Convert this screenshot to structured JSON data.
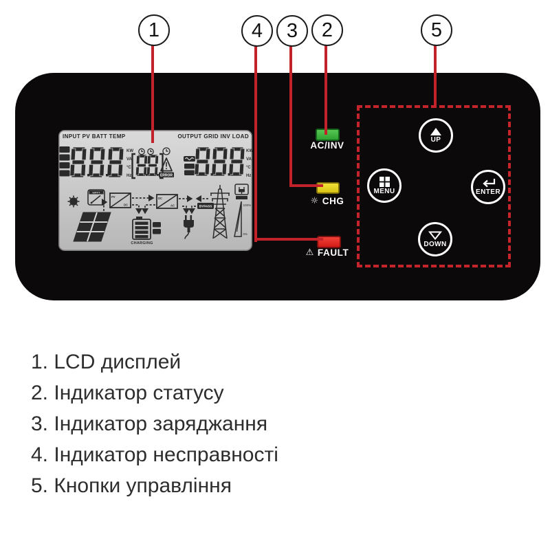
{
  "callouts": [
    "1",
    "4",
    "3",
    "2",
    "5"
  ],
  "device": {
    "lcd": {
      "header_left": "INPUT  PV BATT TEMP",
      "header_right": "OUTPUT GRID INV LOAD",
      "left_value": "8.8.8",
      "center_value": "88",
      "right_value": "8.8.8",
      "units": [
        "KW",
        "VA",
        "°C",
        "Hz"
      ],
      "error_label": "ERROR",
      "charging_label": "CHARGING",
      "bypass_label": "BYPASS",
      "mppt_label": "MPPT",
      "load_max": "100%",
      "load_min": "0%"
    },
    "indicators": [
      {
        "label": "AC/INV",
        "icon": "",
        "color": "#3cb63a"
      },
      {
        "label": "CHG",
        "icon": "☼",
        "color": "#e8d41f"
      },
      {
        "label": "FAULT",
        "icon": "⚠",
        "color": "#e43028"
      }
    ],
    "buttons": [
      {
        "label": "UP"
      },
      {
        "label": "MENU"
      },
      {
        "label": "ENTER"
      },
      {
        "label": "DOWN"
      }
    ]
  },
  "legend": {
    "items": [
      "1. LCD дисплей",
      "2. Індикатор статусу",
      "3. Індикатор заряджання",
      "4. Індикатор несправності",
      "5. Кнопки управління"
    ]
  },
  "colors": {
    "accent_red": "#c2232a",
    "panel_black": "#0c090a",
    "lcd_background": "#cccccc"
  }
}
